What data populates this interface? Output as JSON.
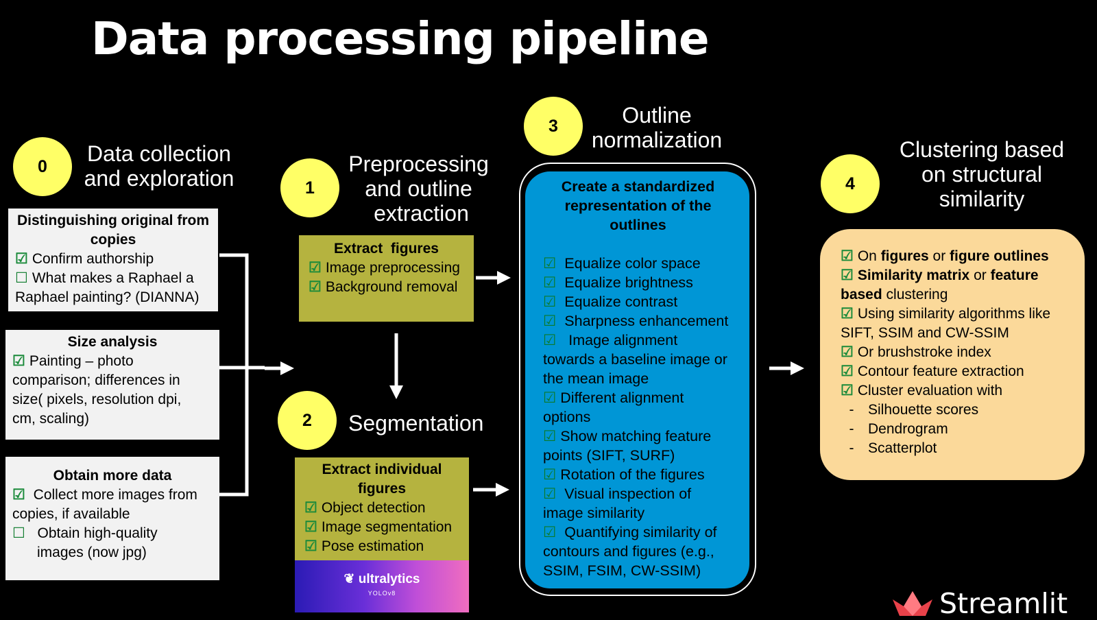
{
  "title": "Data processing pipeline",
  "steps": [
    {
      "num": "0",
      "heading": [
        "Data collection",
        "and exploration"
      ]
    },
    {
      "num": "1",
      "heading": [
        "Preprocessing",
        "and outline",
        "extraction"
      ]
    },
    {
      "num": "2",
      "heading": [
        "Segmentation"
      ]
    },
    {
      "num": "3",
      "heading": [
        "Outline",
        "normalization"
      ]
    },
    {
      "num": "4",
      "heading": [
        "Clustering based",
        "on structural",
        "similarity"
      ]
    }
  ],
  "box0a": {
    "title": [
      "Distinguishing original from",
      "copies"
    ],
    "lines": [
      "Confirm authorship",
      "What makes a Raphael a",
      "Raphael painting? (DIANNA)"
    ]
  },
  "box0b": {
    "title": "Size analysis",
    "lines": [
      "Painting – photo",
      "comparison; differences in",
      "size( pixels, resolution dpi,",
      "cm, scaling)"
    ]
  },
  "box0c": {
    "title": "Obtain more data",
    "lines": [
      "Collect more images from",
      "copies, if available",
      "Obtain high-quality",
      "images (now jpg)"
    ]
  },
  "box1": {
    "title": "Extract  figures",
    "lines": [
      "Image preprocessing",
      "Background removal"
    ]
  },
  "box2": {
    "title": [
      "Extract individual",
      "figures"
    ],
    "lines": [
      "Object detection",
      "Image segmentation",
      "Pose estimation"
    ],
    "logo": "ultralytics",
    "logo_sub": "YOLOv8"
  },
  "box3": {
    "title": [
      "Create a standardized",
      "representation of the",
      "outlines"
    ],
    "lines": [
      "Equalize color space",
      "Equalize brightness",
      "Equalize contrast",
      "Sharpness enhancement",
      "Image alignment",
      "towards a baseline image or",
      "the mean image",
      "Different alignment",
      "options",
      "Show matching feature",
      "points (SIFT, SURF)",
      "Rotation of the figures",
      "Visual inspection of",
      "image similarity",
      "Quantifying similarity of",
      "contours and figures (e.g.,",
      "SSIM, FSIM, CW-SSIM)"
    ]
  },
  "box4": {
    "l1": [
      "On ",
      "figures",
      " or ",
      "figure outlines"
    ],
    "l2": [
      "Similarity matrix",
      " or ",
      "feature"
    ],
    "l3": [
      "based",
      " clustering"
    ],
    "lines": [
      "Using similarity algorithms like",
      "SIFT, SSIM and CW-SSIM",
      "Or brushstroke index",
      "Contour feature extraction",
      "Cluster evaluation with"
    ],
    "dash": "-",
    "subitems": [
      "Silhouette scores",
      "Dendrogram",
      "Scatterplot"
    ]
  },
  "check": "☑",
  "uncheck": "☐",
  "brand": "Streamlit",
  "colors": {
    "circle": "#ffff66",
    "olive": "#b5b33f",
    "blue": "#0096d6",
    "peach": "#fbd99a",
    "grey": "#f2f2f2"
  }
}
